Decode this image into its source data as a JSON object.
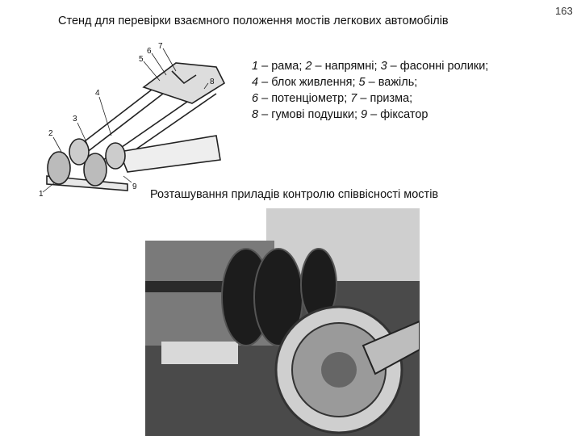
{
  "header": {
    "title": "Стенд для перевірки взаємного положення мостів легкових автомобілів",
    "page_number": "163"
  },
  "legend": {
    "lines": [
      [
        {
          "n": "1"
        },
        {
          "t": " – рама; "
        },
        {
          "n": "2"
        },
        {
          "t": " – напрямні; "
        },
        {
          "n": "3"
        },
        {
          "t": " – фасонні ролики;"
        }
      ],
      [
        {
          "n": "4"
        },
        {
          "t": " – блок живлення; "
        },
        {
          "n": "5"
        },
        {
          "t": " – важіль;"
        }
      ],
      [
        {
          "n": "6"
        },
        {
          "t": " – потенціометр; "
        },
        {
          "n": "7"
        },
        {
          "t": " – призма;"
        }
      ],
      [
        {
          "n": "8"
        },
        {
          "t": " – гумові подушки; "
        },
        {
          "n": "9"
        },
        {
          "t": " – фіксатор"
        }
      ]
    ]
  },
  "figure1": {
    "callouts": [
      "1",
      "2",
      "3",
      "4",
      "5",
      "6",
      "7",
      "8",
      "9"
    ]
  },
  "caption": {
    "text": "Розташування приладів контролю співвісності мостів"
  }
}
